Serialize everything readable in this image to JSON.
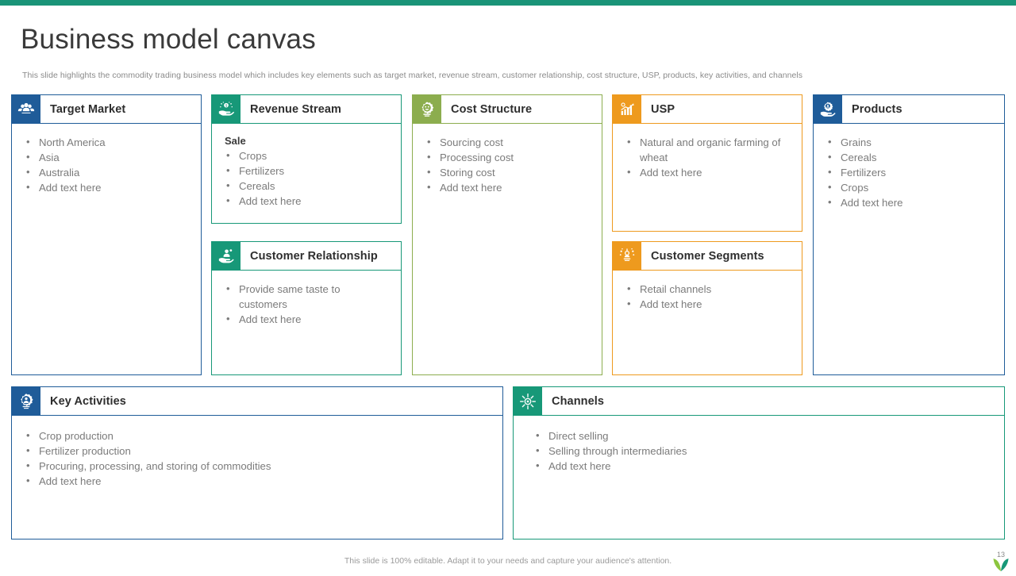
{
  "top_bar_color": "#1a9478",
  "header": {
    "title": "Business model canvas",
    "subtitle": "This slide highlights the commodity trading business model which includes key elements such as target market, revenue stream, customer relationship, cost structure, USP, products, key activities, and channels"
  },
  "colors": {
    "blue": "#1f5c99",
    "teal": "#179878",
    "olive": "#8cad4e",
    "orange": "#ee9a1e"
  },
  "cards": {
    "target_market": {
      "title": "Target Market",
      "icon": "people-group-icon",
      "color": "#1f5c99",
      "items": [
        "North America",
        "Asia",
        "Australia",
        "Add text here"
      ]
    },
    "revenue_stream": {
      "title": "Revenue Stream",
      "icon": "hand-coins-icon",
      "color": "#179878",
      "sub_label": "Sale",
      "items": [
        "Crops",
        "Fertilizers",
        "Cereals",
        "Add text here"
      ]
    },
    "cost_structure": {
      "title": "Cost Structure",
      "icon": "gear-cost-icon",
      "color": "#8cad4e",
      "items": [
        "Sourcing cost",
        "Processing cost",
        "Storing cost",
        "Add text here"
      ]
    },
    "usp": {
      "title": "USP",
      "icon": "bar-chart-growth-icon",
      "color": "#ee9a1e",
      "items": [
        "Natural and organic farming of wheat",
        "Add text here"
      ]
    },
    "products": {
      "title": "Products",
      "icon": "hand-product-icon",
      "color": "#1f5c99",
      "items": [
        "Grains",
        "Cereals",
        "Fertilizers",
        "Crops",
        "Add text here"
      ]
    },
    "customer_relationship": {
      "title": "Customer Relationship",
      "icon": "hand-person-icon",
      "color": "#179878",
      "items": [
        "Provide same taste to customers",
        "Add text here"
      ]
    },
    "customer_segments": {
      "title": "Customer Segments",
      "icon": "segments-icon",
      "color": "#ee9a1e",
      "items": [
        "Retail channels",
        "Add text here"
      ]
    },
    "key_activities": {
      "title": "Key Activities",
      "icon": "gear-person-icon",
      "color": "#1f5c99",
      "items": [
        "Crop production",
        "Fertilizer production",
        "Procuring, processing, and storing of commodities",
        "Add text here"
      ]
    },
    "channels": {
      "title": "Channels",
      "icon": "network-hub-icon",
      "color": "#179878",
      "items": [
        "Direct selling",
        "Selling through intermediaries",
        "Add text here"
      ]
    }
  },
  "footer": {
    "note": "This slide is 100% editable. Adapt it to your needs and capture your audience's attention.",
    "page_number": "13",
    "logo": "leaf-logo"
  }
}
